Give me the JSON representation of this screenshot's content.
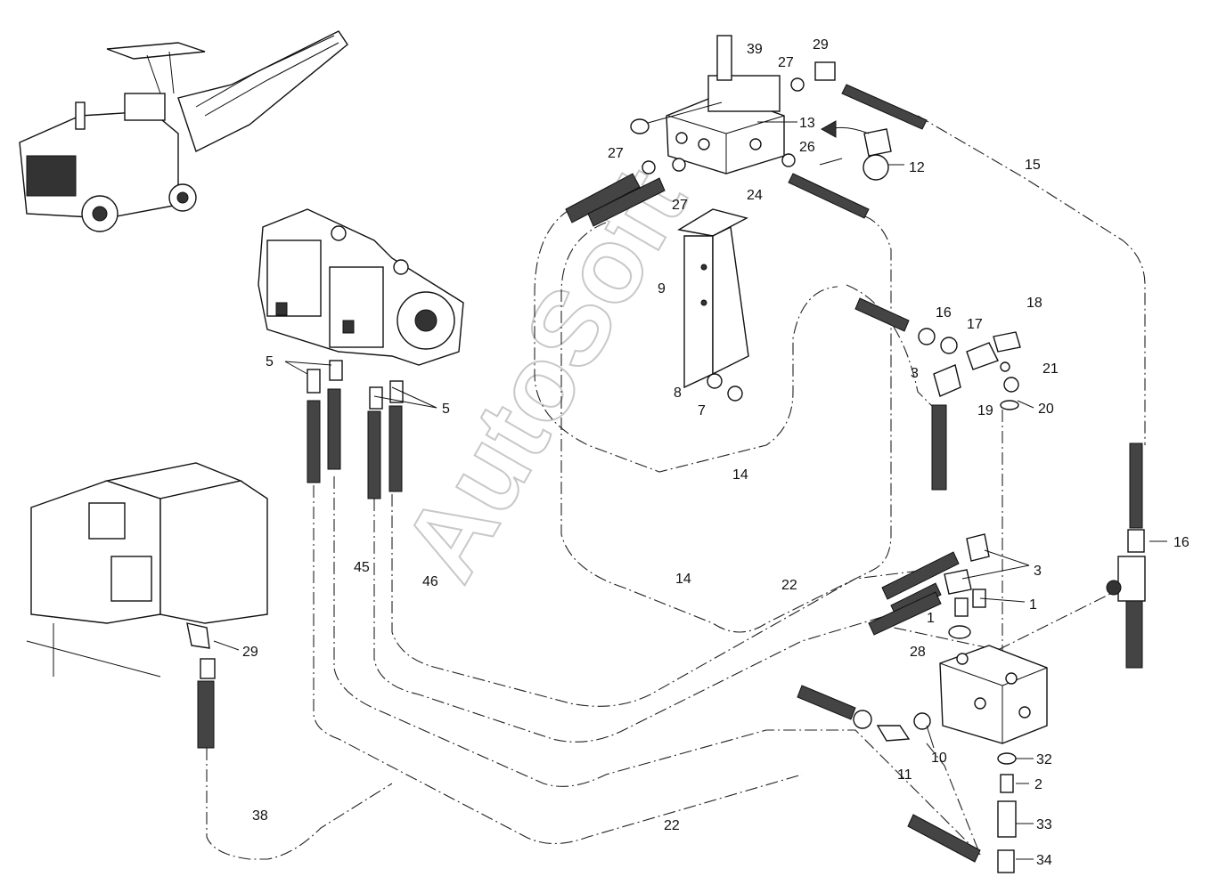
{
  "watermark": "AutoSoft",
  "callouts": {
    "c39": "39",
    "c29a": "29",
    "c27a": "27",
    "c13": "13",
    "c12": "12",
    "c15": "15",
    "c27b": "27",
    "c26": "26",
    "c27c": "27",
    "c24": "24",
    "c9": "9",
    "c16a": "16",
    "c17": "17",
    "c18": "18",
    "c21": "21",
    "c3a": "3",
    "c19": "19",
    "c20": "20",
    "c8": "8",
    "c7": "7",
    "c14a": "14",
    "c5a": "5",
    "c5b": "5",
    "c45": "45",
    "c46": "46",
    "c14b": "14",
    "c22a": "22",
    "c3b": "3",
    "c1a": "1",
    "c1b": "1",
    "c28": "28",
    "c16b": "16",
    "c29b": "29",
    "c32": "32",
    "c2": "2",
    "c10": "10",
    "c11": "11",
    "c33": "33",
    "c34": "34",
    "c38": "38",
    "c22b": "22"
  }
}
